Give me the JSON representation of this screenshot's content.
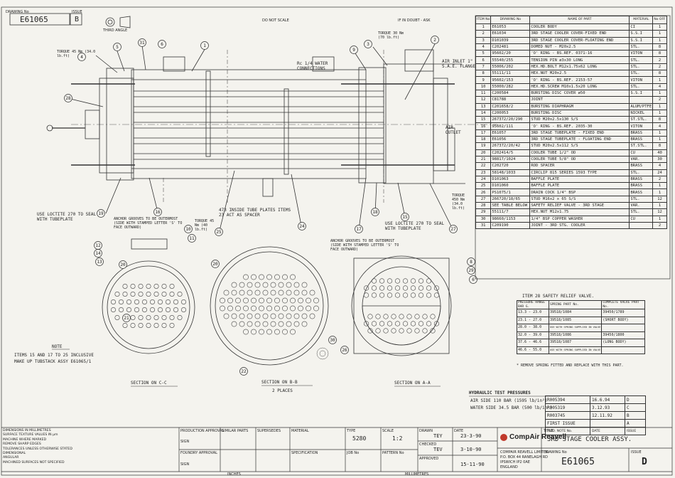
{
  "header": {
    "drawing_no_label": "DRAWING No",
    "drawing_no": "E61065",
    "issue_label": "ISSUE",
    "issue": "B",
    "projection": "THIRD ANGLE",
    "do_not_scale": "DO NOT SCALE",
    "if_in_doubt": "IF IN DOUBT - ASK"
  },
  "bom": {
    "headers": [
      "ITEM No",
      "DRAWING No",
      "NAME OF PART",
      "MATERIAL",
      "No OFF"
    ],
    "rows": [
      [
        "1",
        "E61053",
        "COOLER BODY",
        "CI",
        "1"
      ],
      [
        "2",
        "E61034",
        "3RD STAGE COOLER COVER-FIXED END",
        "S.S.I",
        "1"
      ],
      [
        "3",
        "D101039",
        "3RD STAGE COOLER COVER-FLOATING END",
        "S.S.I",
        "1"
      ],
      [
        "4",
        "C202481",
        "DOMED NUT - M20x2.5",
        "STL.",
        "8"
      ],
      [
        "5",
        "95602/20",
        "'O' RING - BS.REF. 0371-16",
        "VITON",
        "8"
      ],
      [
        "6",
        "55540/255",
        "TENSION PIN ø3x30 LONG",
        "STL.",
        "2"
      ],
      [
        "7",
        "55006/202",
        "HEX.HD.BOLT M12x1.75x62 LONG",
        "STL.",
        "2"
      ],
      [
        "8",
        "55111/11",
        "HEX.NUT M20x2.5",
        "STL.",
        "8"
      ],
      [
        "9",
        "95602/153",
        "'O' RING - BS.REF. 2153-57",
        "VITON",
        "1"
      ],
      [
        "10",
        "55000/282",
        "HEX.HD.SCREW M10x1.5x20 LONG",
        "STL.",
        "4"
      ],
      [
        "11",
        "C200584",
        "BURSTING DISC COVER ø50",
        "S.S.I",
        "1"
      ],
      [
        "12",
        "C81788",
        "JOINT",
        "",
        "2"
      ],
      [
        "13",
        "C201658/2",
        "BURSTING DIAPHRAGM",
        "ALUM/PTFE",
        "1"
      ],
      [
        "14",
        "C200053",
        "BURSTING DISC",
        "NICKEL",
        "1"
      ],
      [
        "15",
        "267372/20/290",
        "STUD M20x2.5x130 S/S",
        "ST.STL.",
        "8"
      ],
      [
        "16",
        "95602/111",
        "'O' RING - BS.REF. 2035-30",
        "VITON",
        "4"
      ],
      [
        "17",
        "E61057",
        "3RD STAGE TUBEPLATE - FIXED END",
        "BRASS",
        "1"
      ],
      [
        "18",
        "E61056",
        "3RD STAGE TUBEPLATE - FLOATING END",
        "BRASS",
        "1"
      ],
      [
        "19",
        "267372/20/42",
        "STUD M20x2.5x112 S/S",
        "ST.STL.",
        "8"
      ],
      [
        "20",
        "C202414/5",
        "COOLER TUBE 1/2\" OD",
        "CU",
        "40"
      ],
      [
        "21",
        "98817/1024",
        "COOLER TUBE 5/8\" OD",
        "VAR.",
        "30"
      ],
      [
        "22",
        "C202720",
        "ROD SPACER",
        "BRASS",
        "4"
      ],
      [
        "23",
        "58148/1033",
        "CIRCLIP 815 SERIES 1593 TYPE",
        "STL.",
        "24"
      ],
      [
        "24",
        "D101063",
        "BAFFLE PLATE",
        "BRASS",
        "2"
      ],
      [
        "25",
        "D101060",
        "BAFFLE PLATE",
        "BRASS",
        "1"
      ],
      [
        "26",
        "PS1075/1",
        "DRAIN COCK 1/4\" BSP",
        "BRASS",
        "1"
      ],
      [
        "27",
        "266720/18/65",
        "STUD M16x2 x 65 S/S",
        "STL.",
        "12"
      ],
      [
        "28",
        "SEE TABLE BELOW",
        "SAFETY RELIEF VALVE - 3RD STAGE",
        "VAR.",
        "1"
      ],
      [
        "29",
        "55111/7",
        "HEX.NUT M12x1.75",
        "STL.",
        "12"
      ],
      [
        "30",
        "98660/1153",
        "1/4\" BSP COPPER WASHER",
        "CU",
        "1"
      ],
      [
        "31",
        "C209190",
        "JOINT - 3RD STG. COOLER",
        "",
        "2"
      ]
    ]
  },
  "relief_valve": {
    "title": "ITEM 28 SAFETY RELIEF VALVE.",
    "headers": [
      "PRESSURE RANGE BAR G.",
      "SPRING PART No.",
      "COMPLETE VALVE PART No."
    ],
    "rows": [
      [
        "13.3 - 23.0",
        "39518/1084",
        "39450/1789"
      ],
      [
        "23.1 - 27.0",
        "39518/1085",
        "(SHORT BODY)"
      ],
      [
        "28.0 - 38.0",
        "USE WITH SPRING SUPPLIED IN VALVE",
        ""
      ],
      [
        "32.0 - 39.0",
        "39518/1086",
        "39450/1800"
      ],
      [
        "37.6 - 46.6",
        "39518/1087",
        "(LONG BODY)"
      ],
      [
        "46.6 - 55.0",
        "USE WITH SPRING SUPPLIED IN VALVE",
        ""
      ]
    ],
    "note": "* REMOVE SPRING FITTED AND REPLACE WITH THIS PART."
  },
  "hydraulic": {
    "title": "HYDRAULIC TEST PRESSURES",
    "air_side": "AIR SIDE 110 BAR (1595 lb/in²)",
    "water_side": "WATER SIDE 34.5 BAR (500 lb/in²)"
  },
  "modifications": {
    "rows": [
      [
        "R005394",
        "16.6.94",
        "D"
      ],
      [
        "R005319",
        "3.12.93",
        "C"
      ],
      [
        "R003745",
        "12.11.92",
        "B"
      ],
      [
        "FIRST ISSUE",
        "",
        "A"
      ]
    ],
    "headers": [
      "MOD. NOTE No.",
      "DATE",
      "ISSUE"
    ]
  },
  "title_block": {
    "title_label": "TITLE",
    "title": "3RD STAGE COOLER ASSY.",
    "drawing_no_label": "DRAWING No",
    "drawing_no": "E61065",
    "issue_label": "ISSUE",
    "issue": "D",
    "company": "CompAir Reavell",
    "company_full": "COMPAIR REAVELL LIMITED",
    "address1": "P.O. BOX 44 RANELAGH RD",
    "address2": "IPSWICH IP2 0AE",
    "address3": "ENGLAND",
    "type_label": "TYPE",
    "type": "5280",
    "scale_label": "SCALE",
    "scale": "1:2",
    "drawn_label": "DRAWN",
    "drawn": "TEY",
    "drawn_date": "23-3-90",
    "checked_label": "CHECKED",
    "checked": "TEV",
    "checked_date": "3-10-90",
    "approved_label": "APPROVED",
    "approved_date": "15-11-90",
    "date_label": "DATE",
    "material_label": "MATERIAL",
    "specification_label": "SPECIFICATION",
    "job_label": "JOB No",
    "pattern_label": "PATTERN No",
    "production_approval": "PRODUCTION APPROVAL",
    "foundry_approval": "FOUNDRY APPROVAL",
    "similar_parts": "SIMILAR PARTS",
    "supersedes": "SUPERSEDES",
    "sign": "SIGN",
    "date2": "DATE"
  },
  "general_notes": [
    "DIMENSIONS IN MILLIMETRES",
    "SURFACE TEXTURE VALUES IN µm",
    "MACHINE WHERE MARKED",
    "REMOVE SHARP EDGES",
    "TOLERANCES UNLESS OTHERWISE STATED",
    "DIMENSIONAL",
    "ANGULAR",
    "MACHINED SURFACES NOT SPECIFIED"
  ],
  "annotations": {
    "torque_left": "TORQUE 45 Nm (34.0 lb.ft)",
    "torque_top": "TORQUE 30 Nm (70 lb.ft)",
    "torque_right": "TORQUE 450 Nm (34.0 lb.ft)",
    "torque_small": "TORQUE 45 Nm (40 lb.ft)",
    "rc_water": "Rc 1/4 WATER CONNECTIONS",
    "air_inlet": "AIR INLET 1\" S.A.E. FLANGE",
    "air_outlet": "AIR OUTLET",
    "loctite_left": "USE LOCTITE 270 TO SEAL WITH TUBEPLATE",
    "loctite_right": "USE LOCTITE 270 TO SEAL WITH TUBEPLATE",
    "anchor_left": "ANCHOR GROOVES TO BE OUTERMOST (SIDE WITH STAMPED LETTER 'S' TO FACE OUTWARD)",
    "anchor_right": "ANCHOR GROOVES TO BE OUTERMOST (SIDE WITH STAMPED LETTER 'S' TO FACE OUTWARD)",
    "inside_plates": "473 INSIDE TUBE PLATES ITEMS 23 ACT AS SPACER",
    "note_title": "NOTE",
    "note_body1": "ITEMS 15 AND 17 TO 25 INCLUSIVE",
    "note_body2": "MAKE UP TUBSTACK ASSY E61065/1",
    "section_cc": "SECTION ON C-C",
    "section_bb": "SECTION ON B-B",
    "two_places": "2 PLACES",
    "section_aa": "SECTION ON A-A"
  },
  "bottom_scale": {
    "inches": "INCHES",
    "millimetres": "MILLIMETRES"
  }
}
